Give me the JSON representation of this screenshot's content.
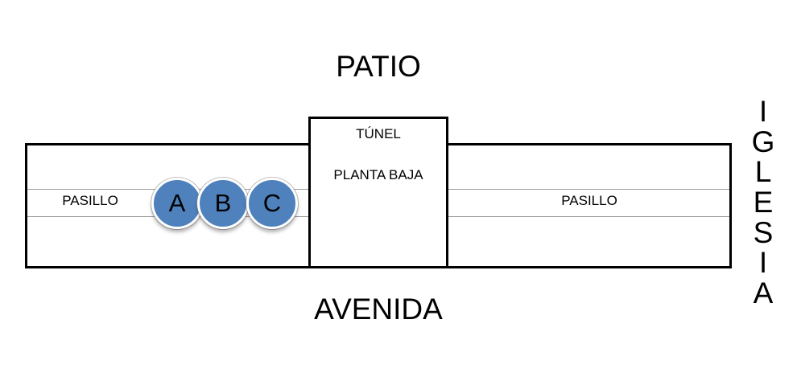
{
  "labels": {
    "patio": "PATIO",
    "avenida": "AVENIDA",
    "iglesia": [
      "I",
      "G",
      "L",
      "E",
      "S",
      "I",
      "A"
    ],
    "tunel": "TÚNEL",
    "planta_baja": "PLANTA BAJA",
    "pasillo_left": "PASILLO",
    "pasillo_right": "PASILLO"
  },
  "markers": [
    {
      "letter": "A",
      "color": "#4f81bd"
    },
    {
      "letter": "B",
      "color": "#4f81bd"
    },
    {
      "letter": "C",
      "color": "#4f81bd"
    }
  ]
}
